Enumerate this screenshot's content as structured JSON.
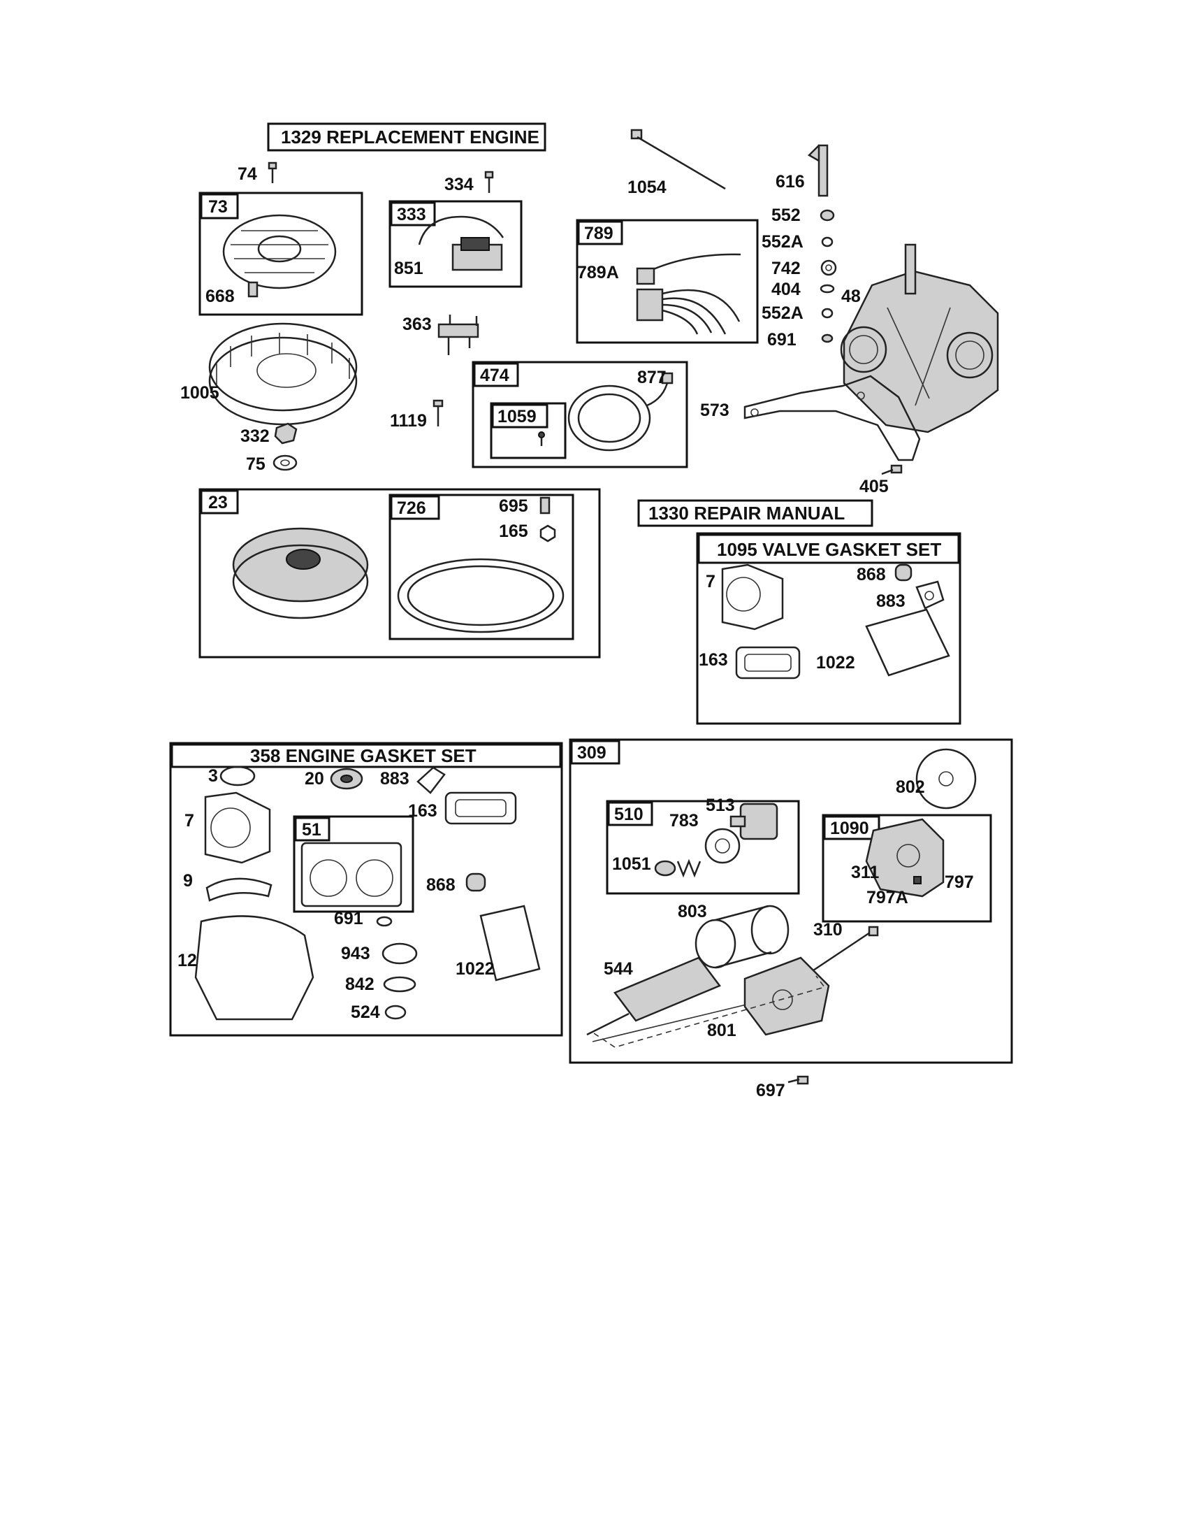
{
  "headers": {
    "replacement_engine": "1329 REPLACEMENT ENGINE",
    "repair_manual": "1330 REPAIR MANUAL",
    "valve_gasket_set": "1095 VALVE GASKET SET",
    "engine_gasket_set": "358 ENGINE GASKET SET"
  },
  "group_boxes": {
    "g73": "73",
    "g333": "333",
    "g789": "789",
    "g474": "474",
    "g1059": "1059",
    "g23": "23",
    "g726": "726",
    "g51": "51",
    "g309": "309",
    "g510": "510",
    "g1090": "1090"
  },
  "labels": {
    "p74": "74",
    "p334": "334",
    "p1054": "1054",
    "p616": "616",
    "p552": "552",
    "p552A_1": "552A",
    "p742": "742",
    "p404": "404",
    "p552A_2": "552A",
    "p691_top": "691",
    "p48": "48",
    "p668": "668",
    "p851": "851",
    "p789A": "789A",
    "p363": "363",
    "p1005": "1005",
    "p877": "877",
    "p1119": "1119",
    "p573": "573",
    "p332": "332",
    "p75": "75",
    "p405": "405",
    "p695": "695",
    "p165": "165",
    "p7_valve": "7",
    "p868_valve": "868",
    "p883_valve": "883",
    "p163_valve": "163",
    "p1022_valve": "1022",
    "p3": "3",
    "p20": "20",
    "p883_eng": "883",
    "p163_eng": "163",
    "p7_eng": "7",
    "p9": "9",
    "p868_eng": "868",
    "p691_eng": "691",
    "p12": "12",
    "p943": "943",
    "p1022_eng": "1022",
    "p842": "842",
    "p524": "524",
    "p802": "802",
    "p513": "513",
    "p783": "783",
    "p1051": "1051",
    "p311": "311",
    "p797": "797",
    "p797A": "797A",
    "p803": "803",
    "p310": "310",
    "p544": "544",
    "p801": "801",
    "p697": "697"
  }
}
